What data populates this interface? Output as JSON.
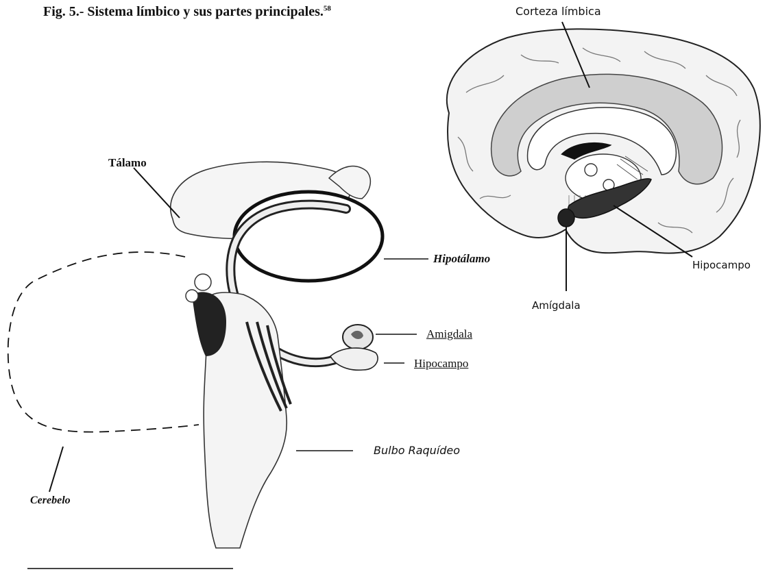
{
  "caption": {
    "text": "Fig. 5.- Sistema límbico y sus partes principales.",
    "footnote": "58"
  },
  "left_diagram": {
    "labels": {
      "talamo": "Tálamo",
      "hipotalamo": "Hipotálamo",
      "amigdala": "Amigdala",
      "hipocampo": "Hipocampo",
      "bulbo": "Bulbo Raquídeo",
      "cerebelo": "Cerebelo"
    }
  },
  "right_diagram": {
    "labels": {
      "corteza": "Corteza límbica",
      "hipocampo": "Hipocampo",
      "amigdala": "Amígdala"
    }
  }
}
